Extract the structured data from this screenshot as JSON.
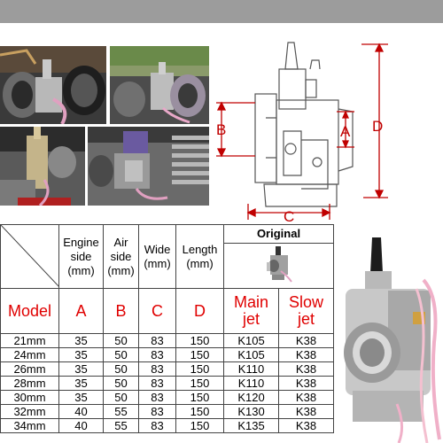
{
  "diagram": {
    "labels": [
      "A",
      "B",
      "C",
      "D"
    ]
  },
  "table": {
    "headers": {
      "engine": "Engine side (mm)",
      "air": "Air side (mm)",
      "wide": "Wide (mm)",
      "length": "Length (mm)",
      "original": "Original"
    },
    "model_row": {
      "model": "Model",
      "a": "A",
      "b": "B",
      "c": "C",
      "d": "D",
      "main_jet": "Main jet",
      "slow_jet": "Slow jet"
    },
    "rows": [
      {
        "model": "21mm",
        "a": "35",
        "b": "50",
        "c": "83",
        "d": "150",
        "main": "K105",
        "slow": "K38"
      },
      {
        "model": "24mm",
        "a": "35",
        "b": "50",
        "c": "83",
        "d": "150",
        "main": "K105",
        "slow": "K38"
      },
      {
        "model": "26mm",
        "a": "35",
        "b": "50",
        "c": "83",
        "d": "150",
        "main": "K110",
        "slow": "K38"
      },
      {
        "model": "28mm",
        "a": "35",
        "b": "50",
        "c": "83",
        "d": "150",
        "main": "K110",
        "slow": "K38"
      },
      {
        "model": "30mm",
        "a": "35",
        "b": "50",
        "c": "83",
        "d": "150",
        "main": "K120",
        "slow": "K38"
      },
      {
        "model": "32mm",
        "a": "40",
        "b": "55",
        "c": "83",
        "d": "150",
        "main": "K130",
        "slow": "K38"
      },
      {
        "model": "34mm",
        "a": "40",
        "b": "55",
        "c": "83",
        "d": "150",
        "main": "K135",
        "slow": "K38"
      }
    ]
  },
  "colors": {
    "dimension_red": "#c00000",
    "header_red": "#e00000",
    "top_band": "#9c9c9c"
  }
}
